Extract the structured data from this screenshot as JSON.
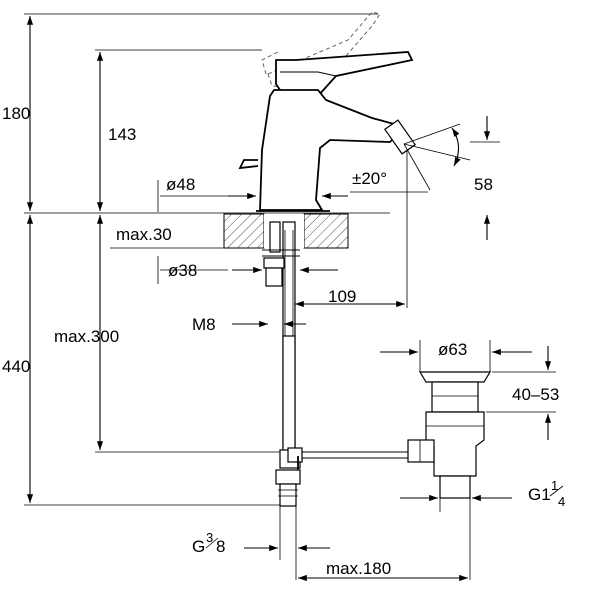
{
  "dimensions": {
    "d180": "180",
    "d143": "143",
    "d48": "ø48",
    "angle": "±20°",
    "d58": "58",
    "max30": "max.30",
    "d38": "ø38",
    "d109": "109",
    "m8": "M8",
    "max300": "max.300",
    "d440": "440",
    "d63": "ø63",
    "d4053": "40–53",
    "g114_main": "G1",
    "g114_num": "1",
    "g114_den": "4",
    "g38_main": "G",
    "g38_num": "3",
    "g38_den": "8",
    "max180": "max.180"
  }
}
